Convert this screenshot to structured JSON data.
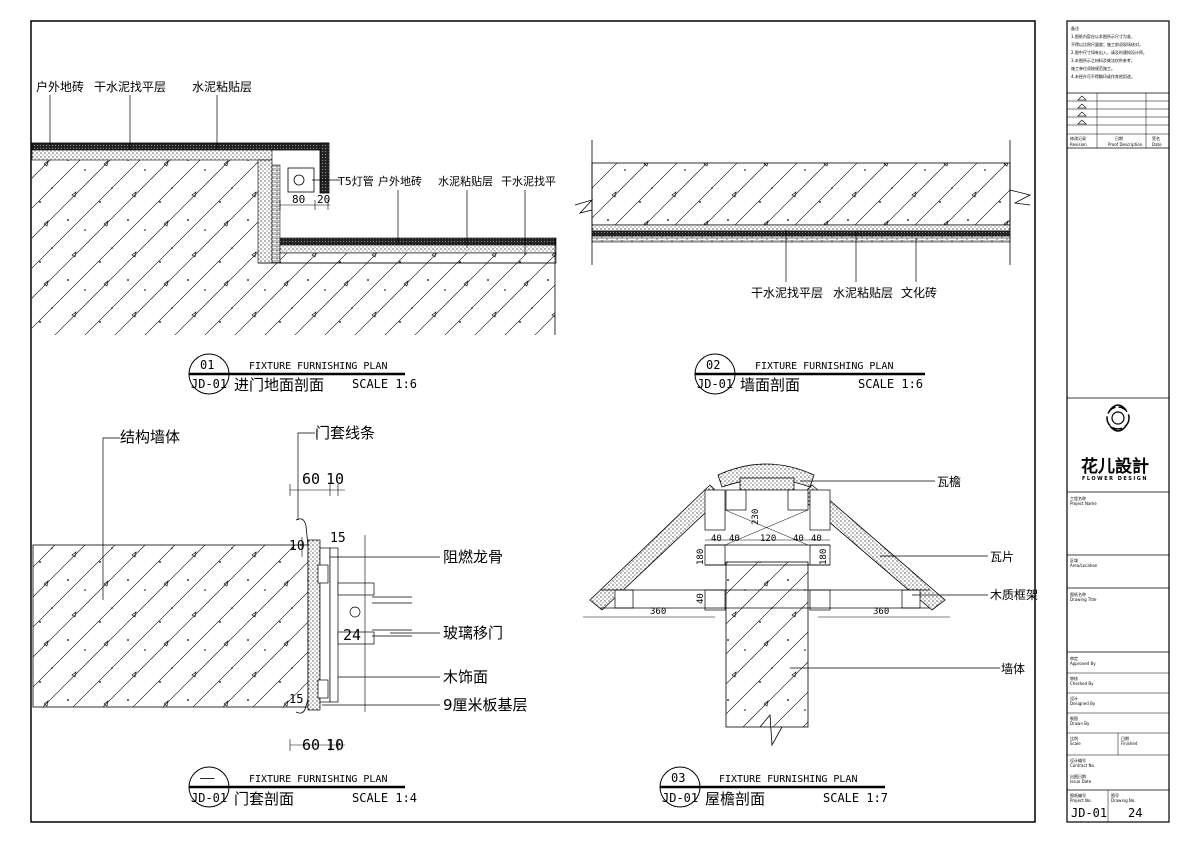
{
  "drawings": [
    {
      "no": "01",
      "sheet": "JD-01",
      "en_title": "FIXTURE FURNISHING PLAN",
      "title": "进门地面剖面",
      "scale": "SCALE 1:6"
    },
    {
      "no": "02",
      "sheet": "JD-01",
      "en_title": "FIXTURE FURNISHING PLAN",
      "title": "墙面剖面",
      "scale": "SCALE 1:6"
    },
    {
      "no": "——",
      "sheet": "JD-01",
      "en_title": "FIXTURE FURNISHING PLAN",
      "title": "门套剖面",
      "scale": "SCALE 1:4"
    },
    {
      "no": "03",
      "sheet": "JD-01",
      "en_title": "FIXTURE FURNISHING PLAN",
      "title": "屋檐剖面",
      "scale": "SCALE 1:7"
    }
  ],
  "d1": {
    "labels": [
      "户外地砖",
      "干水泥找平层",
      "水泥粘贴层"
    ],
    "labels2": [
      "T5灯管",
      "户外地砖",
      "水泥粘贴层",
      "干水泥找平"
    ],
    "dims": [
      "80",
      "20"
    ]
  },
  "d2": {
    "labels": [
      "干水泥找平层",
      "水泥粘贴层",
      "文化砖"
    ]
  },
  "d3": {
    "labels": [
      "结构墙体",
      "门套线条",
      "阻燃龙骨",
      "玻璃移门",
      "木饰面",
      "9厘米板基层"
    ],
    "dims": [
      "60",
      "10",
      "15",
      "10",
      "24",
      "15",
      "60",
      "10"
    ]
  },
  "d4": {
    "labels": [
      "瓦檐",
      "瓦片",
      "木质框架",
      "墙体"
    ],
    "dims": [
      "230",
      "40",
      "40",
      "120",
      "40",
      "40",
      "180",
      "180",
      "40",
      "360",
      "360"
    ]
  },
  "titleblock": {
    "notes_title": "备注",
    "notes": [
      "1.图纸内容应以本图所示尺寸为准，",
      "不得以比例尺量度；施工前须现场核对。",
      "2.图中尺寸如有出入，请及时通知设计师。",
      "3.本图所示之材料及做法仅供参考，",
      "施工单位须按规范施工。",
      "4.未经许可不得翻印或作其他用途。"
    ],
    "revision": [
      "修改记录",
      "日期",
      "签名"
    ],
    "revision_en": [
      "Revision",
      "Proof Description",
      "Date"
    ],
    "logo_cn": "花儿設計",
    "logo_en": "FLOWER DESIGN",
    "fields": [
      {
        "cn": "工程名称",
        "en": "Project Name"
      },
      {
        "cn": "区域",
        "en": "Area/Location"
      },
      {
        "cn": "图纸名称",
        "en": "Drawing Title"
      },
      {
        "cn": "审定",
        "en": "Approved By"
      },
      {
        "cn": "审核",
        "en": "Checked By"
      },
      {
        "cn": "设计",
        "en": "Designed By"
      },
      {
        "cn": "制图",
        "en": "Drawn By"
      }
    ],
    "scale_cn": "比例",
    "scale_en": "Scale",
    "date_cn": "日期",
    "date_en": "Finished",
    "job_cn": "设计编号",
    "job_en": "Contract No.",
    "job2_cn": "出图日期",
    "job2_en": "Issue Date",
    "sheet_cn": "图纸编号",
    "sheet_en": "Project No.",
    "pg_cn": "图号",
    "pg_en": "Drawing No.",
    "sheet_no": "JD-01",
    "page_no": "24"
  }
}
